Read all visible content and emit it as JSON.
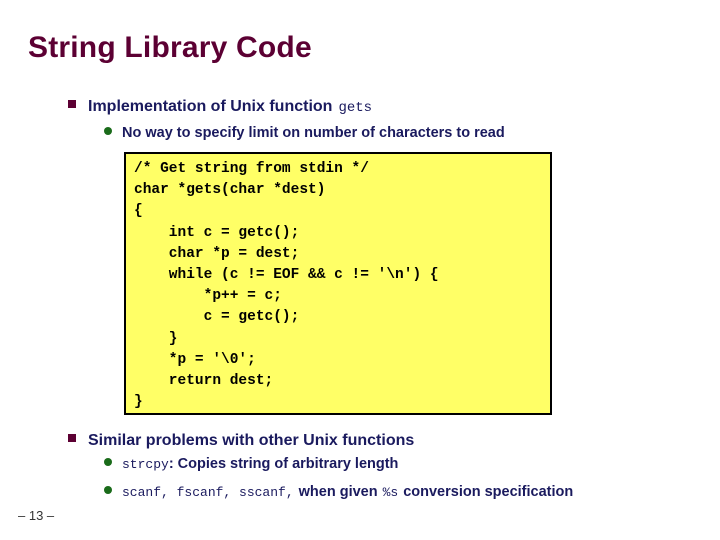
{
  "slide": {
    "title": "String Library Code",
    "page_number": "– 13 –",
    "colors": {
      "title": "#5c0033",
      "body_text": "#1a1a5e",
      "square_bullet": "#5c0033",
      "round_bullet": "#1a6b1a",
      "code_background": "#ffff66",
      "code_border": "#000000",
      "code_text": "#000000",
      "slide_background": "#ffffff"
    },
    "bullets": {
      "top_level1": {
        "text_before_code": "Implementation of Unix function",
        "code_term": "gets"
      },
      "top_level2": {
        "text": "No way to specify limit on number of characters to read"
      },
      "bottom_level1": {
        "text": "Similar problems with other Unix functions"
      },
      "bottom_level2_a": {
        "code_term": "strcpy",
        "text": ": Copies string of arbitrary length"
      },
      "bottom_level2_b": {
        "code_terms": "scanf, fscanf, sscanf,",
        "text_mid": "when given",
        "code_spec": "%s",
        "text_end": "conversion specification"
      }
    },
    "code_block": {
      "language": "c",
      "content": "/* Get string from stdin */\nchar *gets(char *dest)\n{\n    int c = getc();\n    char *p = dest;\n    while (c != EOF && c != '\\n') {\n        *p++ = c;\n        c = getc();\n    }\n    *p = '\\0';\n    return dest;\n}"
    }
  }
}
